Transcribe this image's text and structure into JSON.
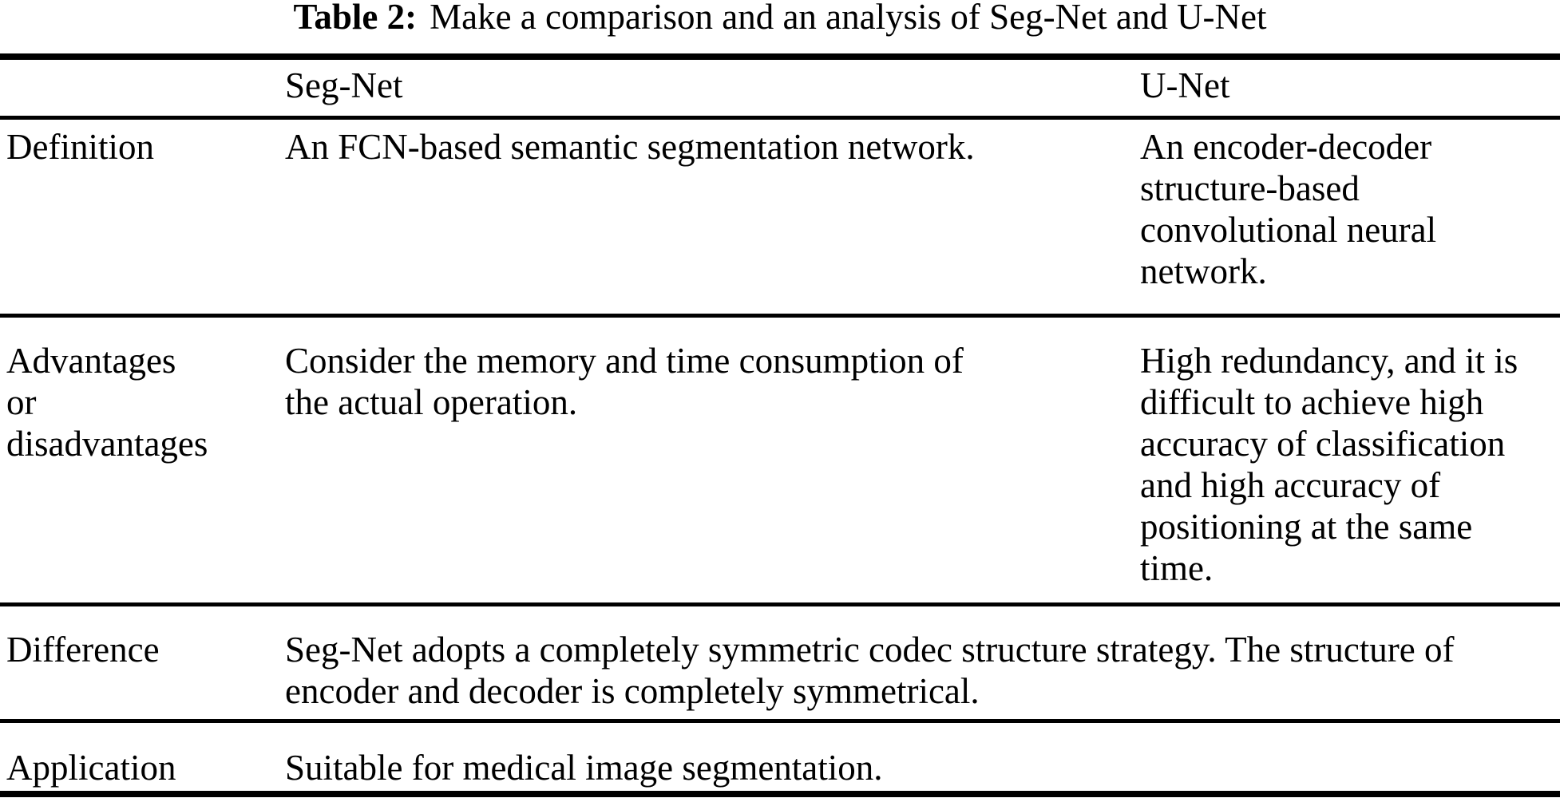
{
  "title": {
    "label": "Table 2:",
    "text": "Make a comparison and an analysis of Seg-Net and U-Net"
  },
  "table": {
    "col_headers": {
      "segnet": "Seg-Net",
      "unet": "U-Net"
    },
    "rows": {
      "definition": {
        "label": "Definition",
        "segnet": "An FCN-based semantic segmentation network.",
        "unet": "An encoder-decoder\nstructure-based\nconvolutional neural\nnetwork."
      },
      "advantages": {
        "label": "Advantages\nor\ndisadvantages",
        "segnet": "Consider the memory and time consumption of\nthe actual operation.",
        "unet": "High redundancy, and it is\ndifficult to achieve high\naccuracy of classification\nand high accuracy of\npositioning at the same\ntime."
      },
      "difference": {
        "label": "Difference",
        "text": "Seg-Net adopts a completely symmetric codec structure strategy. The structure of\nencoder and decoder is completely symmetrical."
      },
      "application": {
        "label": "Application",
        "text": "Suitable for medical image segmentation."
      }
    }
  },
  "colors": {
    "background": "#ffffff",
    "text": "#000000",
    "rule": "#000000"
  }
}
